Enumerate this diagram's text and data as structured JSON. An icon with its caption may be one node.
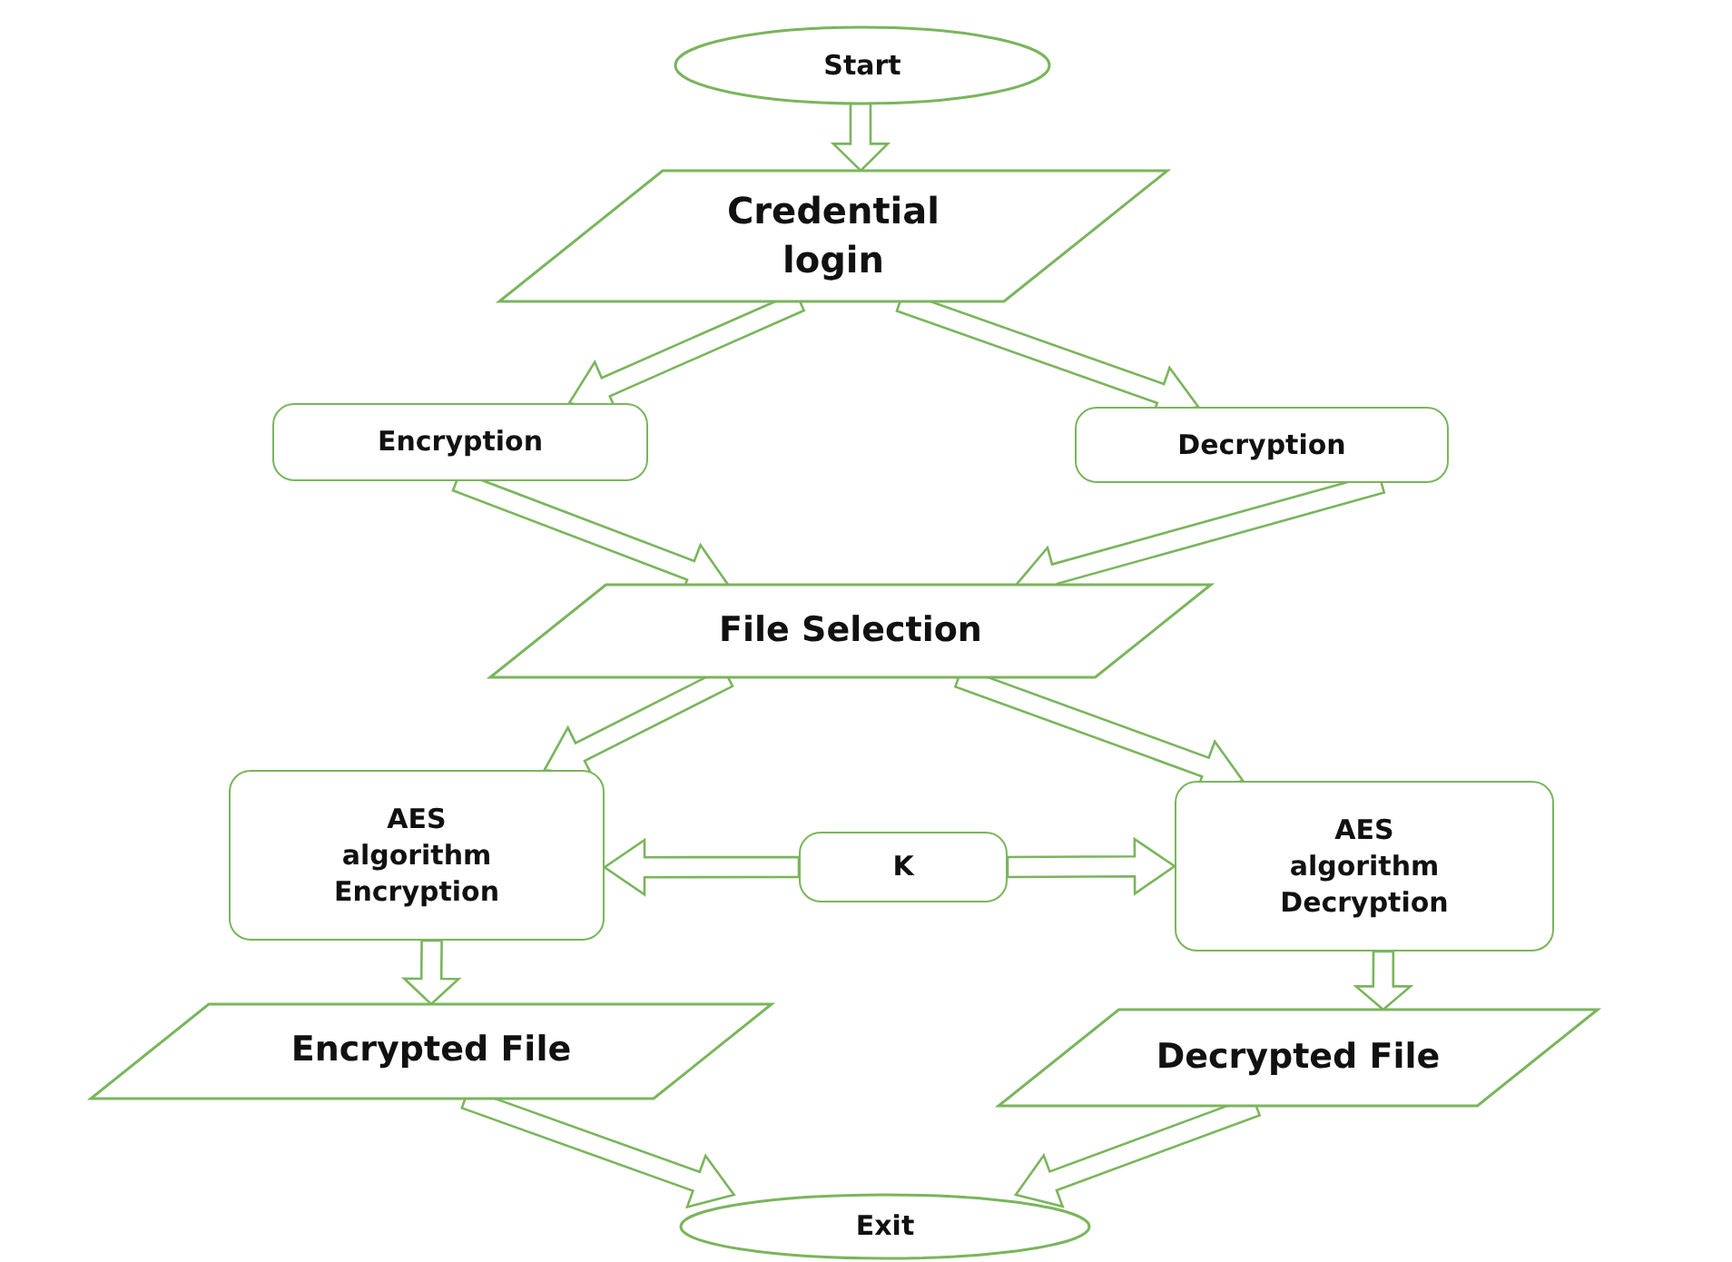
{
  "diagram": {
    "nodes": [
      {
        "text": [
          "Start"
        ]
      },
      {
        "text": [
          "Credential login"
        ]
      },
      {
        "text": [
          "Encryption"
        ]
      },
      {
        "text": [
          "Decryption"
        ]
      },
      {
        "text": [
          "File Selection"
        ]
      },
      {
        "text": [
          "AES algorithm Encryption"
        ]
      },
      {
        "text": [
          "K"
        ]
      },
      {
        "text": [
          "AES algorithm Decryption"
        ]
      },
      {
        "text": [
          "Encrypted File"
        ]
      },
      {
        "text": [
          "Decrypted File"
        ]
      },
      {
        "text": [
          "Exit"
        ]
      }
    ],
    "edges": [
      {
        "from": 0,
        "to": 1,
        "arrow": "to"
      },
      {
        "from": 1,
        "to": 2,
        "arrow": "to"
      },
      {
        "from": 1,
        "to": 3,
        "arrow": "to"
      },
      {
        "from": 2,
        "to": 4,
        "arrow": "to"
      },
      {
        "from": 3,
        "to": 4,
        "arrow": "to"
      },
      {
        "from": 4,
        "to": 5,
        "arrow": "to"
      },
      {
        "from": 4,
        "to": 7,
        "arrow": "to"
      },
      {
        "from": 6,
        "to": 5,
        "arrow": "to"
      },
      {
        "from": 6,
        "to": 7,
        "arrow": "to"
      },
      {
        "from": 5,
        "to": 8,
        "arrow": "to"
      },
      {
        "from": 7,
        "to": 9,
        "arrow": "to"
      },
      {
        "from": 8,
        "to": 10,
        "arrow": "to"
      },
      {
        "from": 9,
        "to": 10,
        "arrow": "to"
      }
    ]
  }
}
